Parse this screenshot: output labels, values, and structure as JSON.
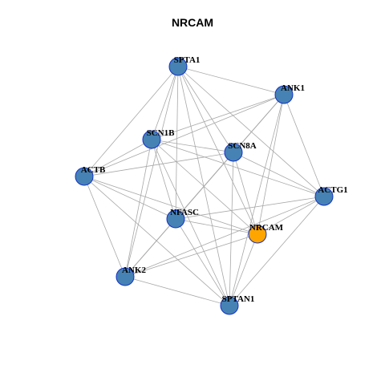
{
  "title": "NRCAM",
  "colors": {
    "node_fill": "#4682B4",
    "node_stroke": "#1432C8",
    "focus_fill": "#FFA500",
    "focus_stroke": "#1432C8",
    "edge": "#A8A8A8"
  },
  "nodes": [
    {
      "id": "SPTA1",
      "focus": false
    },
    {
      "id": "ANK1",
      "focus": false
    },
    {
      "id": "SCN1B",
      "focus": false
    },
    {
      "id": "SCN8A",
      "focus": false
    },
    {
      "id": "ACTB",
      "focus": false
    },
    {
      "id": "ACTG1",
      "focus": false
    },
    {
      "id": "NFASC",
      "focus": false
    },
    {
      "id": "NRCAM",
      "focus": true
    },
    {
      "id": "ANK2",
      "focus": false
    },
    {
      "id": "SPTAN1",
      "focus": false
    }
  ],
  "edges": [
    [
      "SPTA1",
      "ANK1"
    ],
    [
      "SPTA1",
      "SCN1B"
    ],
    [
      "SPTA1",
      "SCN8A"
    ],
    [
      "SPTA1",
      "ACTB"
    ],
    [
      "SPTA1",
      "ACTG1"
    ],
    [
      "SPTA1",
      "NFASC"
    ],
    [
      "SPTA1",
      "NRCAM"
    ],
    [
      "SPTA1",
      "ANK2"
    ],
    [
      "SPTA1",
      "SPTAN1"
    ],
    [
      "ANK1",
      "SCN1B"
    ],
    [
      "ANK1",
      "SCN8A"
    ],
    [
      "ANK1",
      "ACTB"
    ],
    [
      "ANK1",
      "ACTG1"
    ],
    [
      "ANK1",
      "NFASC"
    ],
    [
      "ANK1",
      "NRCAM"
    ],
    [
      "ANK1",
      "ANK2"
    ],
    [
      "ANK1",
      "SPTAN1"
    ],
    [
      "SCN1B",
      "SCN8A"
    ],
    [
      "SCN1B",
      "ACTB"
    ],
    [
      "SCN1B",
      "ACTG1"
    ],
    [
      "SCN1B",
      "NFASC"
    ],
    [
      "SCN1B",
      "NRCAM"
    ],
    [
      "SCN1B",
      "ANK2"
    ],
    [
      "SCN1B",
      "SPTAN1"
    ],
    [
      "SCN8A",
      "ACTB"
    ],
    [
      "SCN8A",
      "ACTG1"
    ],
    [
      "SCN8A",
      "NFASC"
    ],
    [
      "SCN8A",
      "NRCAM"
    ],
    [
      "SCN8A",
      "ANK2"
    ],
    [
      "SCN8A",
      "SPTAN1"
    ],
    [
      "ACTB",
      "NFASC"
    ],
    [
      "ACTB",
      "NRCAM"
    ],
    [
      "ACTB",
      "ANK2"
    ],
    [
      "ACTB",
      "SPTAN1"
    ],
    [
      "ACTG1",
      "NFASC"
    ],
    [
      "ACTG1",
      "NRCAM"
    ],
    [
      "ACTG1",
      "ANK2"
    ],
    [
      "ACTG1",
      "SPTAN1"
    ],
    [
      "NFASC",
      "NRCAM"
    ],
    [
      "NFASC",
      "ANK2"
    ],
    [
      "NFASC",
      "SPTAN1"
    ],
    [
      "NRCAM",
      "ANK2"
    ],
    [
      "NRCAM",
      "SPTAN1"
    ],
    [
      "ANK2",
      "SPTAN1"
    ]
  ]
}
